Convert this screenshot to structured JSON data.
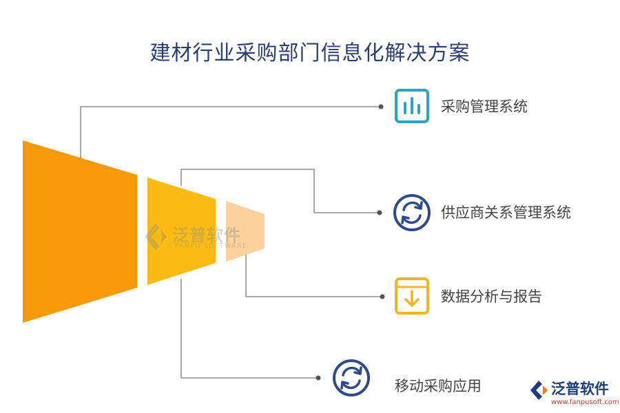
{
  "title": "建材行业采购部门信息化解决方案",
  "colors": {
    "title": "#2a3e72",
    "stage1": "#f79a0a",
    "stage2": "#fbbb12",
    "stage3": "#fcd19b",
    "connector": "#555555",
    "icon_teal": "#2aa6c4",
    "icon_navy": "#2c4a8c",
    "icon_gold": "#f3b521"
  },
  "items": [
    {
      "label": "采购管理系统",
      "icon": "bar-chart-icon"
    },
    {
      "label": "供应商关系管理系统",
      "icon": "refresh-icon"
    },
    {
      "label": "数据分析与报告",
      "icon": "download-box-icon"
    },
    {
      "label": "移动采购应用",
      "icon": "refresh-icon"
    }
  ],
  "watermark": {
    "name": "泛普软件",
    "sub": "FANPU SOFTWARE"
  },
  "logo": {
    "name": "泛普软件",
    "url": "www.fanpusoft.com"
  }
}
